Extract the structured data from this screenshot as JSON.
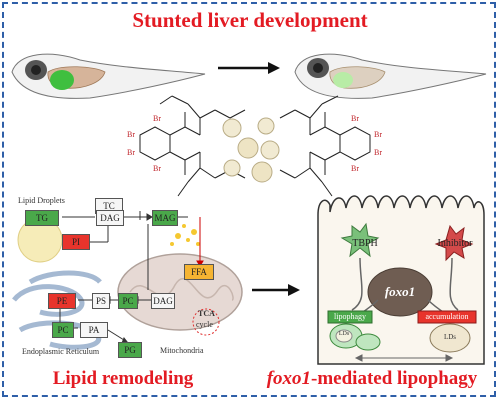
{
  "titles": {
    "top": "Stunted liver development",
    "bottom_left": "Lipid remodeling",
    "bottom_right_italic": "foxo1",
    "bottom_right_rest": "-mediated lipophagy"
  },
  "pathway": {
    "lipid_droplets": "Lipid Droplets",
    "tc": "TC",
    "tg": "TG",
    "dag_top": "DAG",
    "mag": "MAG",
    "ffa": "FFA",
    "pi": "PI",
    "pe": "PE",
    "ps": "PS",
    "pc_mid": "PC",
    "dag_mid": "DAG",
    "tca": "TCA",
    "cycle": "cycle",
    "pc_low": "PC",
    "pa": "PA",
    "pg": "PG",
    "er": "Endoplasmic Reticulum",
    "mito": "Mitochondria"
  },
  "cell": {
    "tbph": "TBPH",
    "inhibitor": "Inhibitor",
    "foxo1": "foxo1",
    "lipophagy": "lipophagy",
    "accumulation": "accumulation",
    "lds_left": "LDs",
    "lds_right": "LDs"
  },
  "molecule": {
    "br": "Br"
  },
  "colors": {
    "title_red": "#e31b23",
    "frame_blue": "#2e5fa8",
    "liver_green": "#3fbf3f",
    "liver_pale": "#b8eca6"
  }
}
